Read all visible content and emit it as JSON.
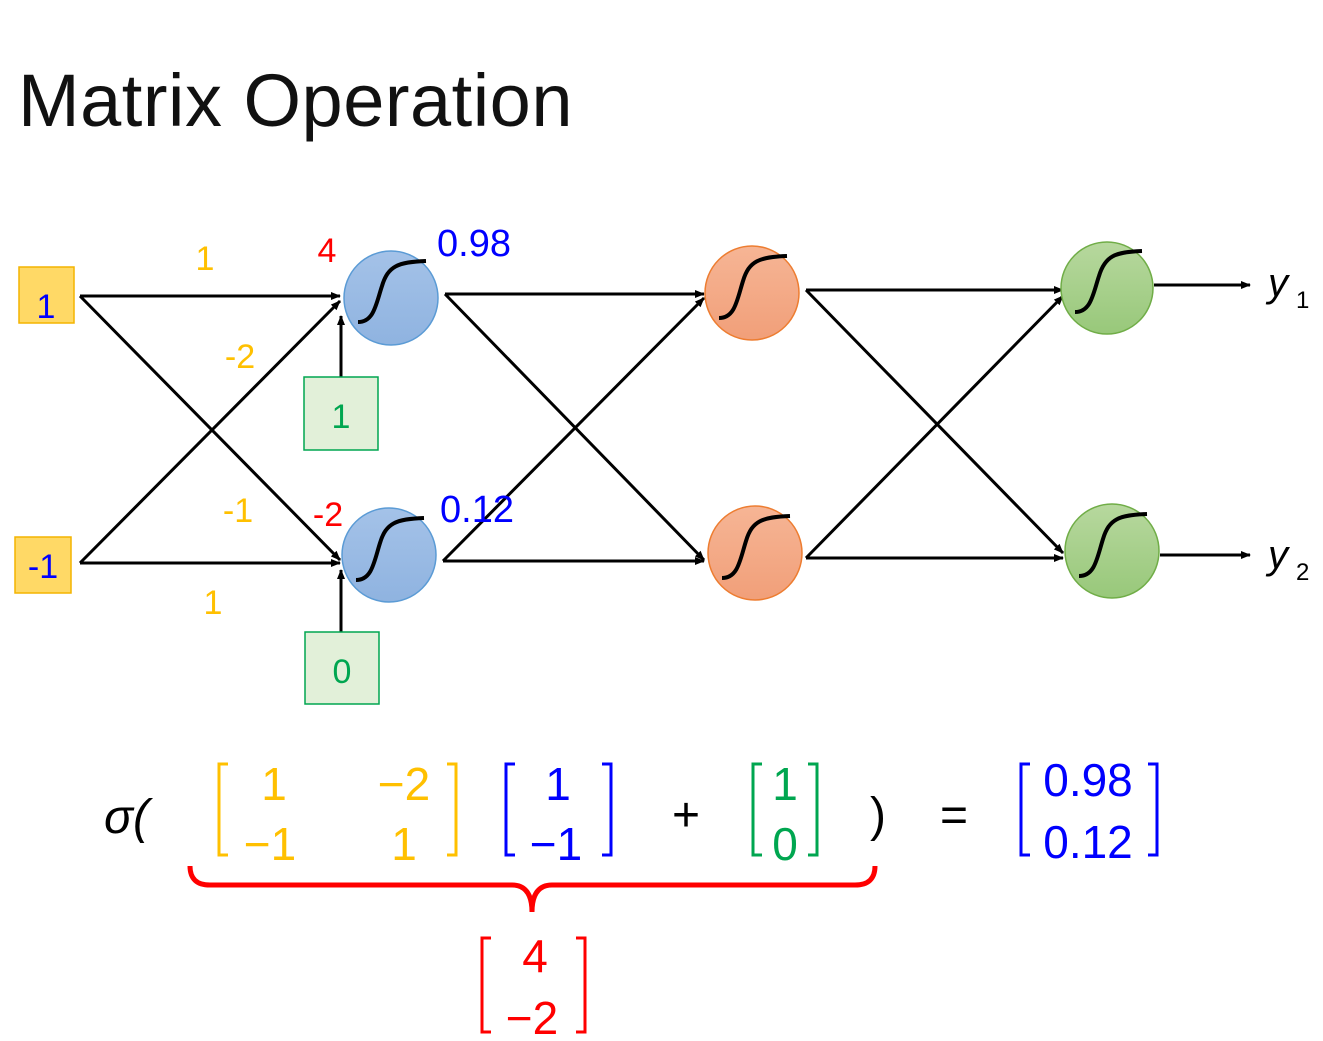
{
  "title": "Matrix Operation",
  "colors": {
    "weight": "#ffc000",
    "input": "#0000ff",
    "bias": "#00a650",
    "z": "#ff0000",
    "activation": "#0000ff",
    "layer1_node": "#9dc3e6",
    "layer2_node": "#f4b183",
    "layer3_node": "#a9d18e",
    "input_box_fill": "#ffd966",
    "bias_box_fill": "#e2f0d9"
  },
  "network": {
    "inputs": [
      "1",
      "-1"
    ],
    "weights": {
      "w11": "1",
      "w12": "-2",
      "w21": "-1",
      "w22": "1"
    },
    "biases": [
      "1",
      "0"
    ],
    "z_values": [
      "4",
      "-2"
    ],
    "activations": [
      "0.98",
      "0.12"
    ],
    "outputs": [
      "y",
      "y"
    ],
    "output_subscripts": [
      "1",
      "2"
    ]
  },
  "equation": {
    "sigma": "σ(",
    "weight_matrix": [
      "1",
      "−2",
      "−1",
      "1"
    ],
    "input_vector": [
      "1",
      "−1"
    ],
    "plus": "+",
    "bias_vector": [
      "1",
      "0"
    ],
    "close_paren": ")",
    "equals": "=",
    "result_vector": [
      "0.98",
      "0.12"
    ],
    "z_vector": [
      "4",
      "−2"
    ]
  }
}
